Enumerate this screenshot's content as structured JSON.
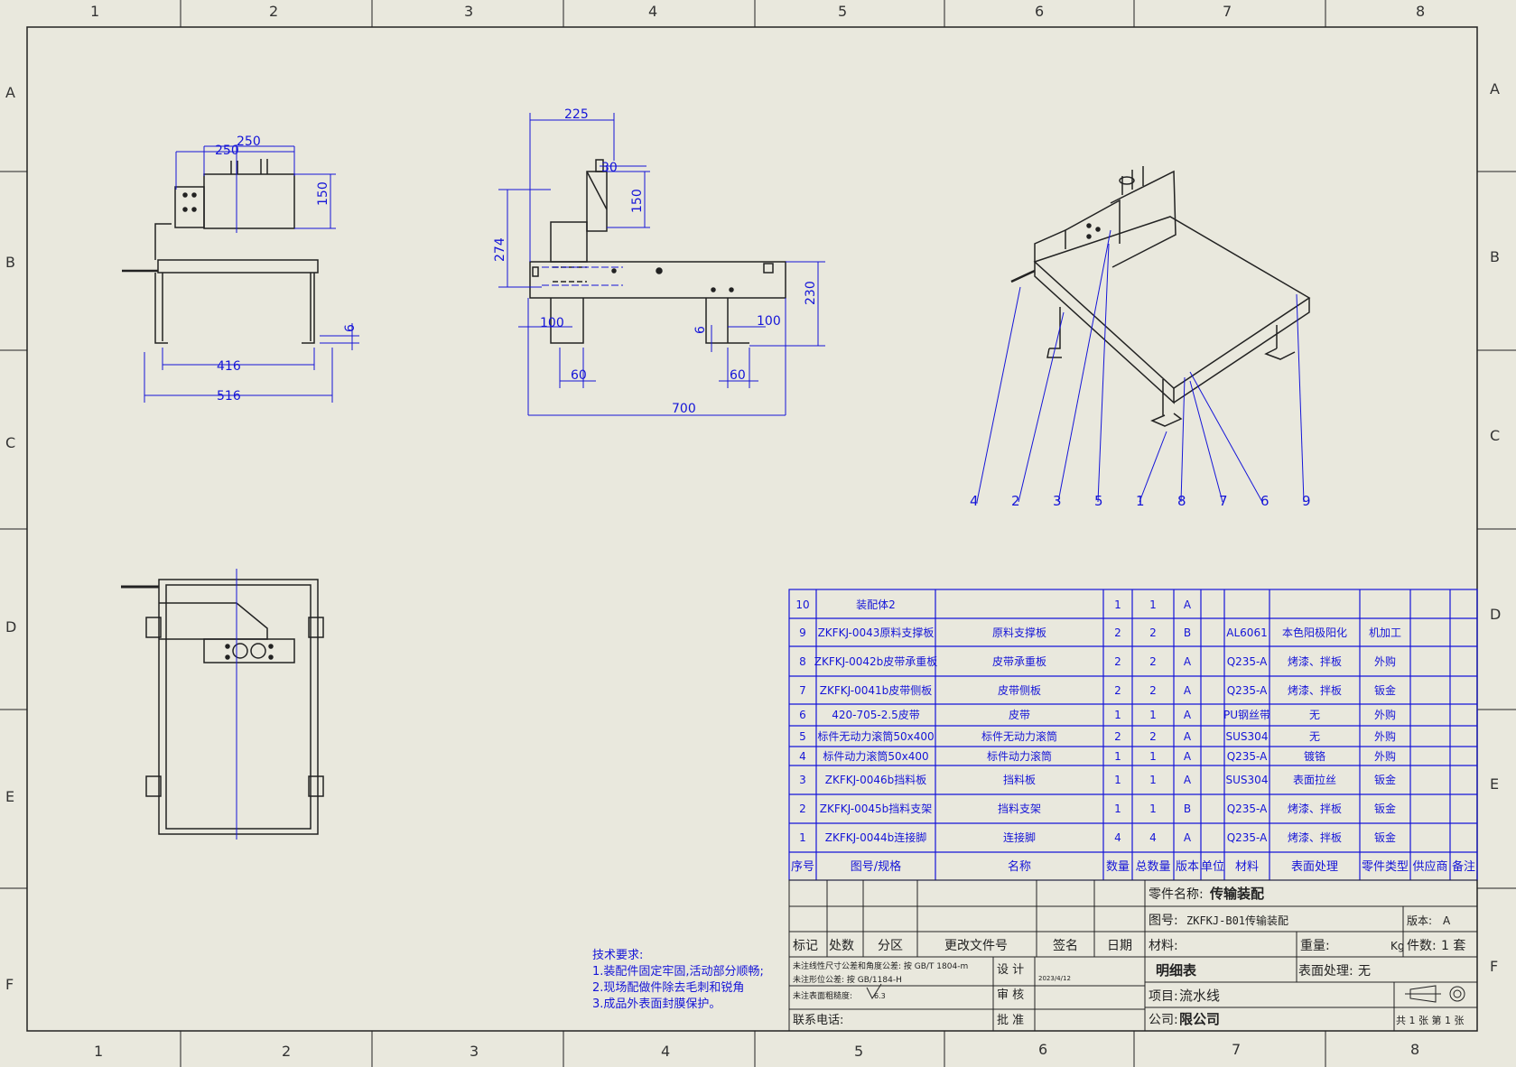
{
  "frame": {
    "col_labels": [
      "1",
      "2",
      "3",
      "4",
      "5",
      "6",
      "7",
      "8"
    ],
    "row_labels": [
      "A",
      "B",
      "C",
      "D",
      "E",
      "F"
    ]
  },
  "dims": {
    "front_top1": "250",
    "front_top2": "250",
    "front_height": "150",
    "front_foot": "6",
    "front_inner": "416",
    "front_outer": "516",
    "side_top": "225",
    "side_small": "30",
    "side_bracket_h": "150",
    "side_total_h": "274",
    "side_height": "230",
    "side_left_100": "100",
    "side_right_100": "100",
    "side_foot": "6",
    "side_left_60": "60",
    "side_right_60": "60",
    "side_length": "700"
  },
  "balloons": [
    "4",
    "2",
    "3",
    "5",
    "1",
    "8",
    "7",
    "6",
    "9"
  ],
  "bom": {
    "rows": [
      {
        "no": "10",
        "code": "装配体2",
        "name": "",
        "qty": "1",
        "total": "1",
        "ver": "A",
        "size": "",
        "mat": "",
        "finish": "",
        "type": "",
        "supplier": "",
        "note": ""
      },
      {
        "no": "9",
        "code": "ZKFKJ-0043原料支撑板",
        "name": "原料支撑板",
        "qty": "2",
        "total": "2",
        "ver": "B",
        "size": "",
        "mat": "AL6061",
        "finish": "本色阳极阳化",
        "type": "机加工",
        "supplier": "",
        "note": ""
      },
      {
        "no": "8",
        "code": "ZKFKJ-0042b皮带承重板",
        "name": "皮带承重板",
        "qty": "2",
        "total": "2",
        "ver": "A",
        "size": "",
        "mat": "Q235-A",
        "finish": "烤漆、拌板",
        "type": "外购",
        "supplier": "",
        "note": ""
      },
      {
        "no": "7",
        "code": "ZKFKJ-0041b皮带侧板",
        "name": "皮带侧板",
        "qty": "2",
        "total": "2",
        "ver": "A",
        "size": "",
        "mat": "Q235-A",
        "finish": "烤漆、拌板",
        "type": "钣金",
        "supplier": "",
        "note": ""
      },
      {
        "no": "6",
        "code": "420-705-2.5皮带",
        "name": "皮带",
        "qty": "1",
        "total": "1",
        "ver": "A",
        "size": "",
        "mat": "PU钢丝带",
        "finish": "无",
        "type": "外购",
        "supplier": "",
        "note": ""
      },
      {
        "no": "5",
        "code": "标件无动力滚筒50x400",
        "name": "标件无动力滚筒",
        "qty": "2",
        "total": "2",
        "ver": "A",
        "size": "",
        "mat": "SUS304",
        "finish": "无",
        "type": "外购",
        "supplier": "",
        "note": ""
      },
      {
        "no": "4",
        "code": "标件动力滚筒50x400",
        "name": "标件动力滚筒",
        "qty": "1",
        "total": "1",
        "ver": "A",
        "size": "",
        "mat": "Q235-A",
        "finish": "镀铬",
        "type": "外购",
        "supplier": "",
        "note": ""
      },
      {
        "no": "3",
        "code": "ZKFKJ-0046b挡料板",
        "name": "挡料板",
        "qty": "1",
        "total": "1",
        "ver": "A",
        "size": "",
        "mat": "SUS304",
        "finish": "表面拉丝",
        "type": "钣金",
        "supplier": "",
        "note": ""
      },
      {
        "no": "2",
        "code": "ZKFKJ-0045b挡料支架",
        "name": "挡料支架",
        "qty": "1",
        "total": "1",
        "ver": "B",
        "size": "",
        "mat": "Q235-A",
        "finish": "烤漆、拌板",
        "type": "钣金",
        "supplier": "",
        "note": ""
      },
      {
        "no": "1",
        "code": "ZKFKJ-0044b连接脚",
        "name": "连接脚",
        "qty": "4",
        "total": "4",
        "ver": "A",
        "size": "",
        "mat": "Q235-A",
        "finish": "烤漆、拌板",
        "type": "钣金",
        "supplier": "",
        "note": ""
      }
    ],
    "header": {
      "no": "序号",
      "code": "图号/规格",
      "name": "名称",
      "qty": "数量",
      "total": "总数量",
      "ver": "版本",
      "size": "单位",
      "mat": "材料",
      "finish": "表面处理",
      "type": "零件类型",
      "supplier": "供应商",
      "note": "备注"
    }
  },
  "title_block": {
    "part_name_label": "零件名称:",
    "part_name": "传输装配",
    "drawing_no_label": "图号:",
    "drawing_no": "ZKFKJ-B01传输装配",
    "version_label": "版本:",
    "version": "A",
    "rev_headers": [
      "标记",
      "处数",
      "分区",
      "更改文件号",
      "签名",
      "日期"
    ],
    "material_label": "材料:",
    "weight_label": "重量:",
    "weight_unit": "Kg",
    "pieces_label": "件数:",
    "pieces": "1  套",
    "list_title": "明细表",
    "surface_label": "表面处理:",
    "surface": "无",
    "tol1_label": "未注线性尺寸公差和角度公差: 按 GB/T 1804-m",
    "tol2_label": "未注形位公差: 按 GB/1184-H",
    "tol3_label": "未注表面粗糙度:",
    "roughness": "6.3",
    "design_label": "设  计",
    "design_date": "2023/4/12",
    "review_label": "审  核",
    "approve_label": "批  准",
    "project_label": "项目:",
    "project": "流水线",
    "company_label": "公司:",
    "company": "限公司",
    "phone_label": "联系电话:",
    "sheets": "共 1 张 第 1 张"
  },
  "notes": {
    "title": "技术要求:",
    "items": [
      "1.装配件固定牢固,活动部分顺畅;",
      "2.现场配做件除去毛刺和锐角",
      "3.成品外表面封膜保护。"
    ]
  },
  "colors": {
    "dim_blue": "#1515d8",
    "line": "#222222",
    "bg": "#e9e8dd"
  }
}
